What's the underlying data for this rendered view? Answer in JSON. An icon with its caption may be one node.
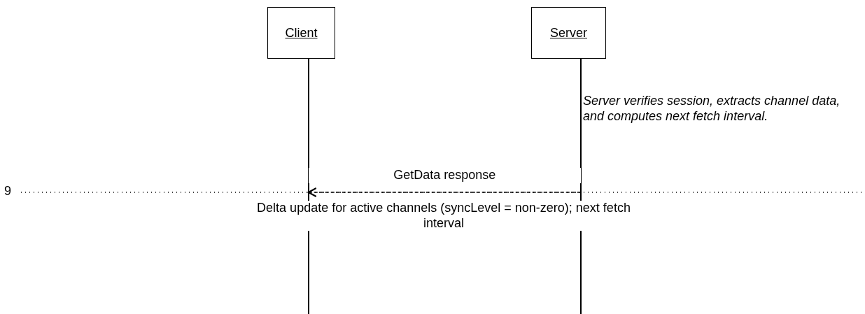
{
  "diagram": {
    "nodes": [
      {
        "text": [
          "Client"
        ]
      },
      {
        "text": [
          "Server"
        ]
      },
      {
        "text": [],
        "shape": "line"
      },
      {
        "text": [],
        "shape": "line"
      }
    ],
    "edges": [
      {
        "from": 3,
        "to": 2,
        "arrow": "to",
        "label": "GetData response",
        "style": "dashed"
      }
    ],
    "labels": [
      "Server verifies session, extracts channel data, and computes next fetch interval.",
      "9",
      "Delta update for active channels (syncLevel = non-zero); next fetch interval"
    ]
  }
}
